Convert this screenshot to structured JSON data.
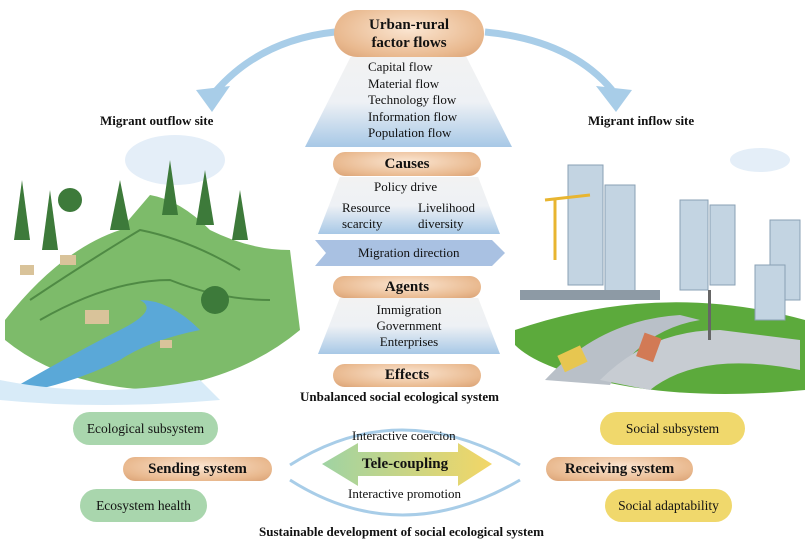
{
  "top": {
    "title_line1": "Urban-rural",
    "title_line2": "factor flows",
    "flows": [
      "Capital flow",
      "Material  flow",
      "Technology flow",
      "Information flow",
      "Population flow"
    ]
  },
  "left_site": "Migrant outflow site",
  "right_site": "Migrant inflow site",
  "causes": {
    "title": "Causes",
    "items": [
      "Policy drive",
      "Resource",
      "scarcity",
      "Livelihood",
      "diversity"
    ]
  },
  "migration_direction": "Migration direction",
  "agents": {
    "title": "Agents",
    "items": [
      "Immigration",
      "Government",
      "Enterprises"
    ]
  },
  "effects": {
    "title": "Effects",
    "caption": "Unbalanced social ecological system"
  },
  "sending": {
    "title": "Sending system",
    "top": "Ecological subsystem",
    "bottom": "Ecosystem health"
  },
  "receiving": {
    "title": "Receiving system",
    "top": "Social subsystem",
    "bottom": "Social adaptability"
  },
  "telecoupling": {
    "label": "Tele-coupling",
    "upper": "Interactive coercion",
    "lower": "Interactive promotion"
  },
  "footer": "Sustainable development of social ecological system",
  "colors": {
    "tan": "#e9b98f",
    "green": "#a9d6ad",
    "yellow": "#f0d86c",
    "blue": "#a7c8e6"
  }
}
